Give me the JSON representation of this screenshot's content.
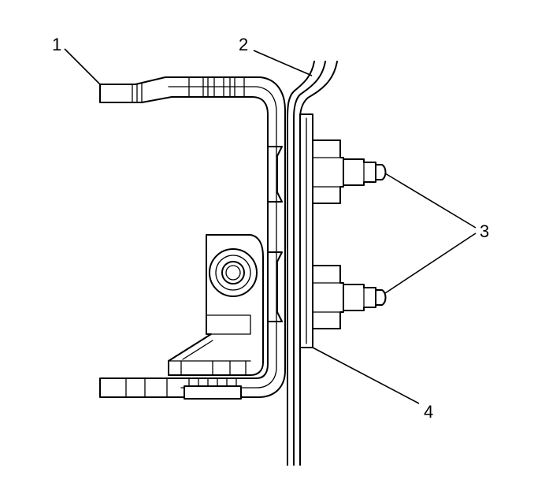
{
  "diagram": {
    "callouts": [
      {
        "id": "1",
        "label": "1"
      },
      {
        "id": "2",
        "label": "2"
      },
      {
        "id": "3",
        "label": "3"
      },
      {
        "id": "4",
        "label": "4"
      }
    ]
  },
  "colors": {
    "ink": "#000000",
    "background": "#ffffff"
  }
}
